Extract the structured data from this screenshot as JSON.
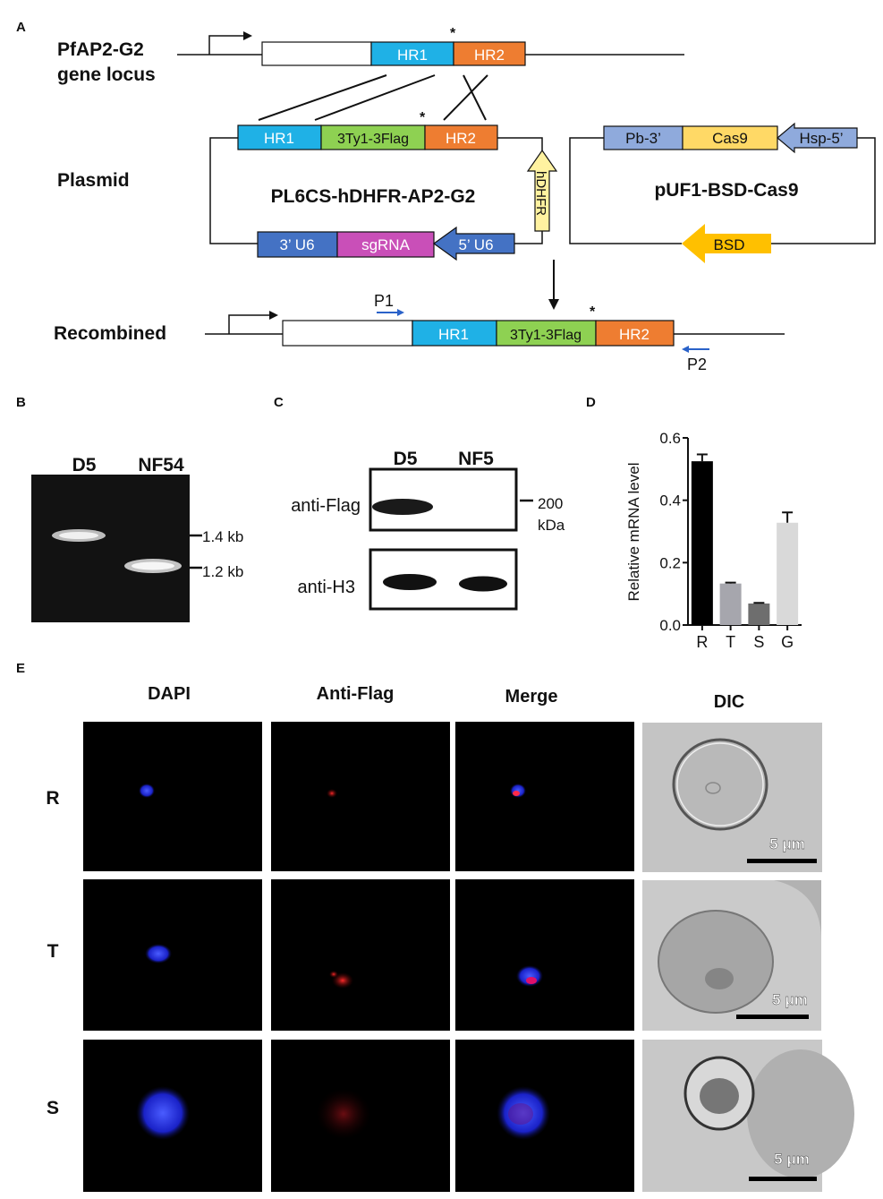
{
  "panels": {
    "a": "A",
    "b": "B",
    "c": "C",
    "d": "D",
    "e": "E"
  },
  "panel_a": {
    "locus_line1": "PfAP2-G2",
    "locus_line2": "gene locus",
    "plasmid_label": "Plasmid",
    "recombined_label": "Recombined",
    "hr1": "HR1",
    "hr2": "HR2",
    "tag": "3Ty1-3Flag",
    "plasmid1_name": "PL6CS-hDHFR-AP2-G2",
    "plasmid2_name": "pUF1-BSD-Cas9",
    "u6_3": "3’ U6",
    "sgrna": "sgRNA",
    "u6_5": "5’ U6",
    "hdhfr": "hDHFR",
    "pb3": "Pb-3’",
    "cas9": "Cas9",
    "hsp5": "Hsp-5’",
    "bsd": "BSD",
    "p1": "P1",
    "p2": "P2",
    "asterisk": "*",
    "colors": {
      "hr1": "#1fb1e6",
      "hr2": "#ee7d31",
      "tag": "#8ed152",
      "u6": "#4472c4",
      "sgrna": "#c94fb8",
      "hdhfr": "#fff2a0",
      "pb3": "#8faadc",
      "cas9": "#ffd966",
      "hsp": "#8faadc",
      "bsd": "#ffc000"
    }
  },
  "panel_b": {
    "lane1": "D5",
    "lane2": "NF54",
    "marker1": "1.4 kb",
    "marker2": "1.2 kb"
  },
  "panel_c": {
    "lane1": "D5",
    "lane2": "NF5",
    "row1": "anti-Flag",
    "row2": "anti-H3",
    "size_value": "200",
    "size_unit": "kDa"
  },
  "chart_data": {
    "type": "bar",
    "categories": [
      "R",
      "T",
      "S",
      "G"
    ],
    "values": [
      0.525,
      0.133,
      0.069,
      0.328
    ],
    "errors": [
      0.022,
      0.003,
      0.002,
      0.033
    ],
    "colors": [
      "#000000",
      "#a6a6ad",
      "#6e6e6e",
      "#d9d9d9"
    ],
    "ylabel": "Relative mRNA level",
    "ylim": [
      0,
      0.6
    ],
    "yticks": [
      "0.0",
      "0.2",
      "0.4",
      "0.6"
    ]
  },
  "panel_e": {
    "columns": [
      "DAPI",
      "Anti-Flag",
      "Merge",
      "DIC"
    ],
    "rows": [
      "R",
      "T",
      "S"
    ],
    "scale_label": "5 μm"
  }
}
